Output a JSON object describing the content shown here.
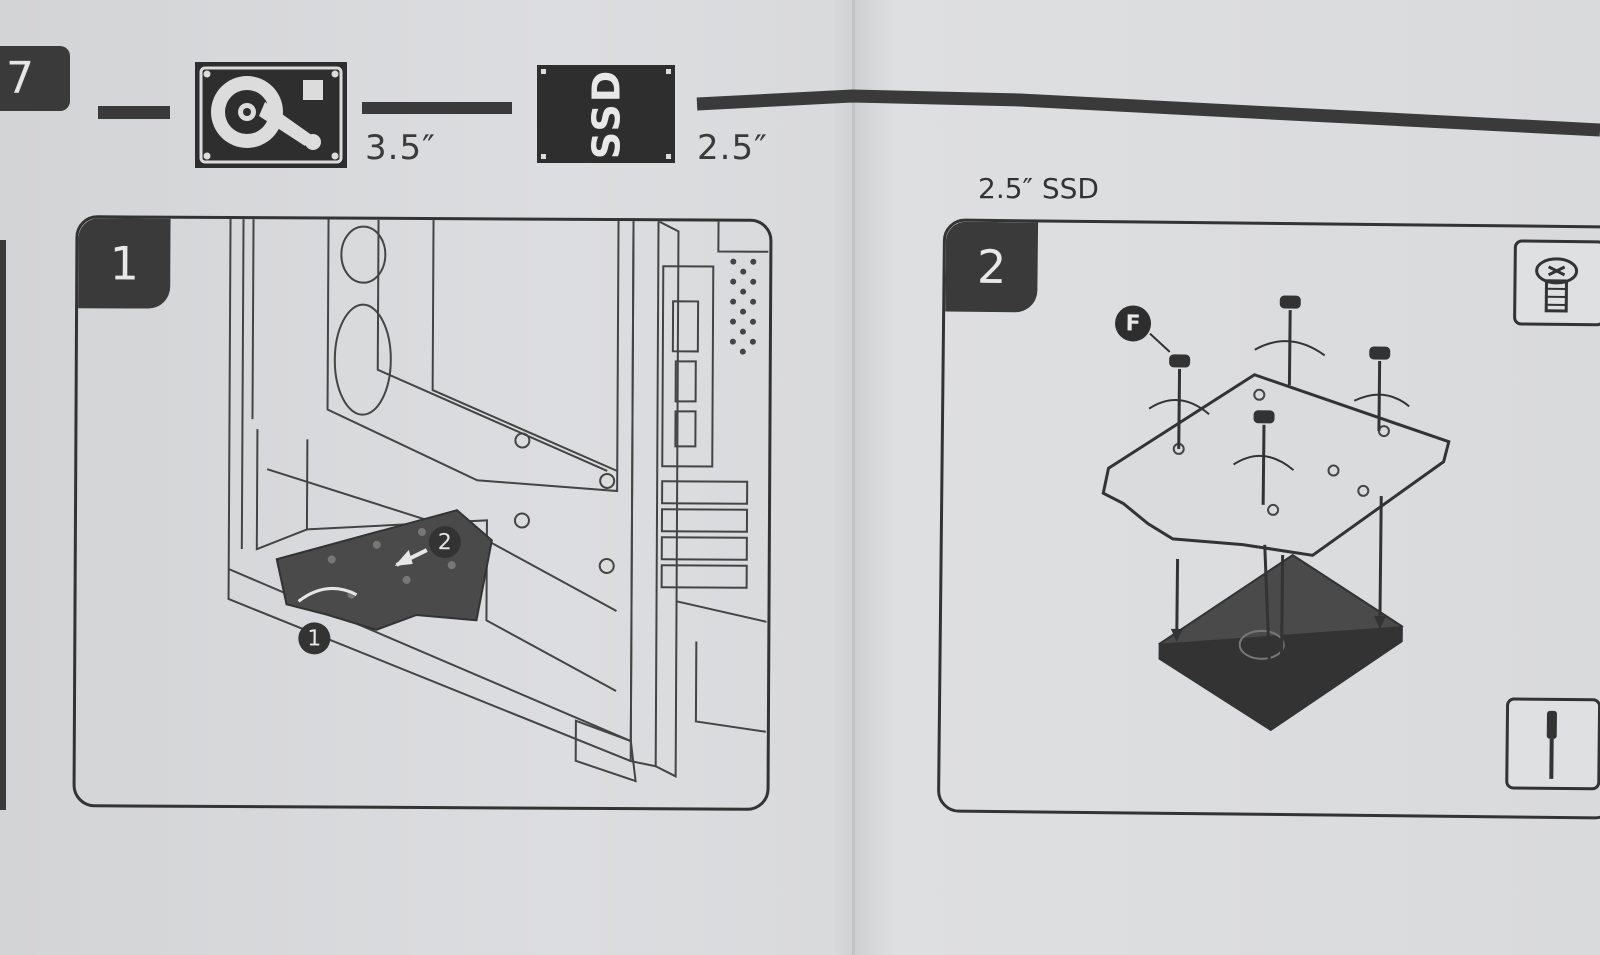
{
  "header": {
    "step_number": "7",
    "hdd_size": "3.5″",
    "ssd_label": "SSD",
    "ssd_size": "2.5″"
  },
  "section": {
    "title": "2.5″ SSD"
  },
  "panel1": {
    "number": "1",
    "callout_1": "1",
    "callout_2": "2"
  },
  "panel2": {
    "number": "2",
    "screw_callout": "F"
  },
  "icons": [
    "hdd-icon",
    "ssd-icon",
    "screw-icon",
    "screwdriver-icon",
    "rotate-arrow-icon"
  ],
  "colors": {
    "ink": "#3a3a3a",
    "paper": "#d9dadc"
  }
}
